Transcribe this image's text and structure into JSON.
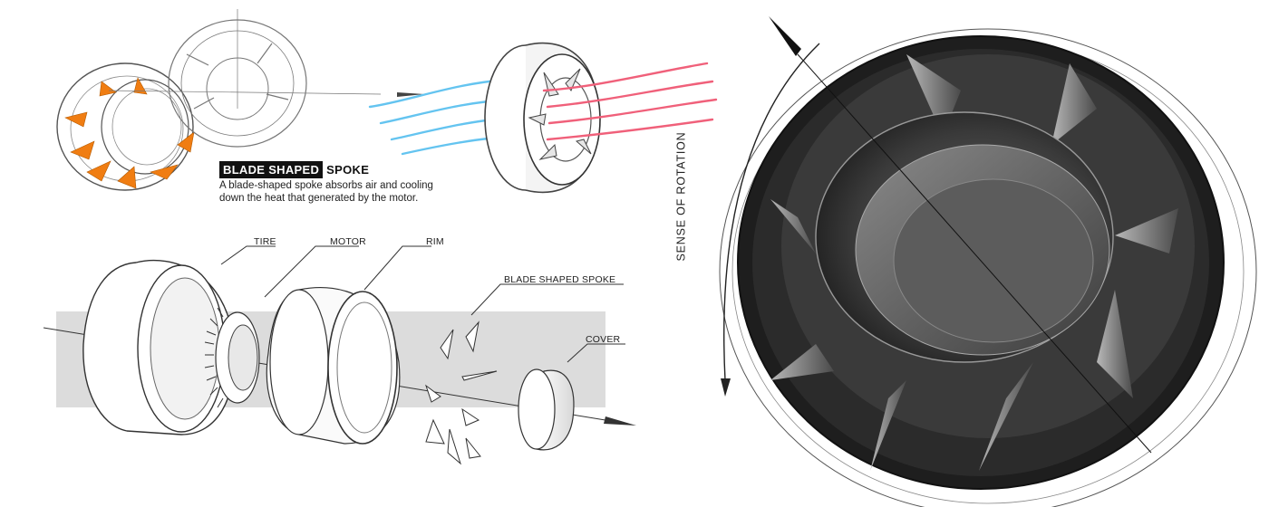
{
  "feature": {
    "highlight": "BLADE SHAPED",
    "rest": "SPOKE",
    "description_line1": "A blade-shaped spoke absorbs air and cooling",
    "description_line2": "down the heat that generated by the motor."
  },
  "callouts": {
    "tire": "TIRE",
    "motor": "MOTOR",
    "rim": "RIM",
    "spoke": "BLADE SHAPED SPOKE",
    "cover": "COVER"
  },
  "rotation_label": "SENSE OF ROTATION",
  "colors": {
    "accent_orange": "#f07d12",
    "airflow_blue": "#64c4f0",
    "airflow_red": "#f0607a",
    "render_dark": "#1e1e1e",
    "band_grey": "#dcdcdc"
  }
}
